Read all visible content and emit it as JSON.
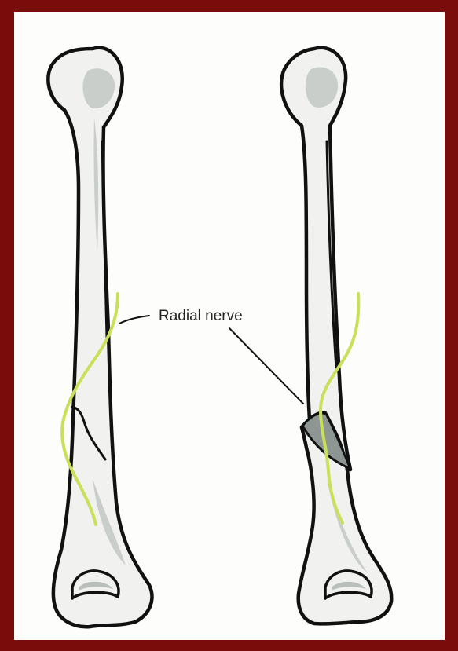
{
  "labels": {
    "radial_nerve": "Radial nerve"
  },
  "colors": {
    "frame": "#7a0c0c",
    "background": "#fdfdfb",
    "bone_fill": "#f1f2ef",
    "bone_shade": "#b9bfbc",
    "nerve": "#c9e05a",
    "outline": "#111111"
  },
  "figures": [
    {
      "id": "left-humerus",
      "description_icon": "intact-humerus-with-spiral-fracture-line"
    },
    {
      "id": "right-humerus",
      "description_icon": "displaced-humerus-shaft-fracture"
    }
  ]
}
